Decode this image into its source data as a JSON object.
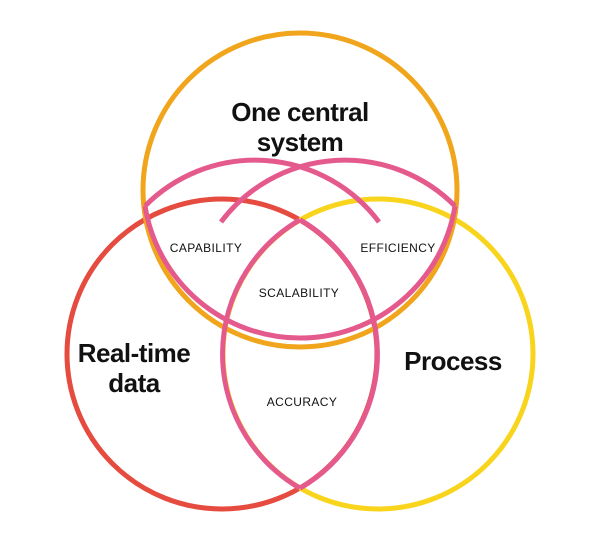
{
  "sets": {
    "top": "One central\nsystem",
    "left": "Real-time\ndata",
    "right": "Process"
  },
  "overlaps": {
    "top_left": "CAPABILITY",
    "top_right": "EFFICIENCY",
    "all": "SCALABILITY",
    "left_right": "ACCURACY"
  },
  "colors": {
    "top": "#f0a51c",
    "left": "#e54b3f",
    "right": "#f8d51c",
    "overlap": "#e55a8d"
  }
}
